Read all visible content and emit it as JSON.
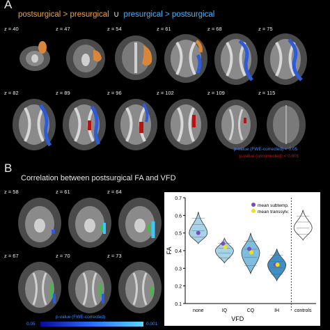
{
  "panelA": {
    "letter": "A",
    "title_post": "postsurgical > presurgical",
    "title_union": "∪",
    "title_pre": "presurgical > postsurgical",
    "colors": {
      "orange": "#f0a23c",
      "blue": "#3f8cff",
      "red": "#b41414",
      "title_blue": "#4ab4ff"
    },
    "z_labels_row1": [
      "z = 40",
      "z = 47",
      "z = 54",
      "z = 61",
      "z = 68",
      "z = 75"
    ],
    "z_labels_row2": [
      "z = 82",
      "z = 89",
      "z = 96",
      "z = 102",
      "z = 109",
      "z = 115"
    ],
    "legend_fwe": "p-value (FWE-corrected) < 0.05",
    "legend_unc": "p-value (uncorrected) < 0.001"
  },
  "panelB": {
    "letter": "B",
    "title": "Correlation between postsurgical FA and VFD",
    "z_labels": [
      "z = 58",
      "z = 61",
      "z = 64",
      "z = 67",
      "z = 70",
      "z = 73"
    ],
    "colorbar_label": "p-value (FWE-corrected)",
    "colorbar_min": "0.05",
    "colorbar_max": "0.001",
    "colors": {
      "green": "#32c832",
      "cyan": "#3cc8ff"
    }
  },
  "chart_data": {
    "type": "violin",
    "xlabel": "VFD",
    "ylabel": "FA",
    "ylim": [
      0.1,
      0.7
    ],
    "yticks": [
      0.1,
      0.2,
      0.3,
      0.4,
      0.5,
      0.6,
      0.7
    ],
    "categories": [
      "none",
      "IQ",
      "CQ",
      "IH",
      "controls"
    ],
    "legend": [
      {
        "label": "mean subtemp.",
        "color": "#7a4bbd"
      },
      {
        "label": "mean transsylv.",
        "color": "#f0e01e"
      }
    ],
    "groups": [
      {
        "name": "none",
        "min": 0.44,
        "max": 0.62,
        "median": 0.5,
        "subtemp": 0.5,
        "transsylv": null,
        "fill": "#a7d2e8"
      },
      {
        "name": "IQ",
        "min": 0.33,
        "max": 0.47,
        "median": 0.4,
        "subtemp": 0.44,
        "transsylv": 0.42,
        "fill": "#a7d2e8"
      },
      {
        "name": "CQ",
        "min": 0.27,
        "max": 0.5,
        "median": 0.39,
        "subtemp": 0.41,
        "transsylv": 0.39,
        "fill": "#7fbddf"
      },
      {
        "name": "IH",
        "min": 0.23,
        "max": 0.41,
        "median": 0.32,
        "subtemp": 0.32,
        "transsylv": 0.32,
        "fill": "#3f8fc4"
      },
      {
        "name": "controls",
        "min": 0.46,
        "max": 0.63,
        "median": 0.53,
        "subtemp": null,
        "transsylv": null,
        "fill": "#ffffff"
      }
    ]
  }
}
